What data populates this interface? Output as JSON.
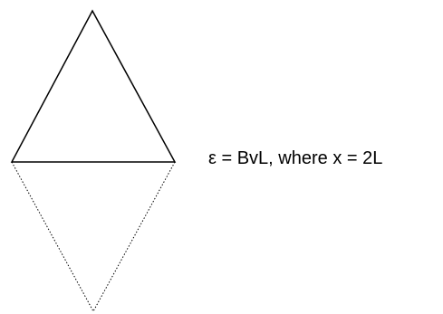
{
  "diagram": {
    "equation_text": "ε = BvL, where x = 2L",
    "colors": {
      "stroke": "#000000",
      "background": "#ffffff"
    },
    "shapes": {
      "upper_triangle": "solid",
      "lower_triangle": "dotted"
    }
  }
}
